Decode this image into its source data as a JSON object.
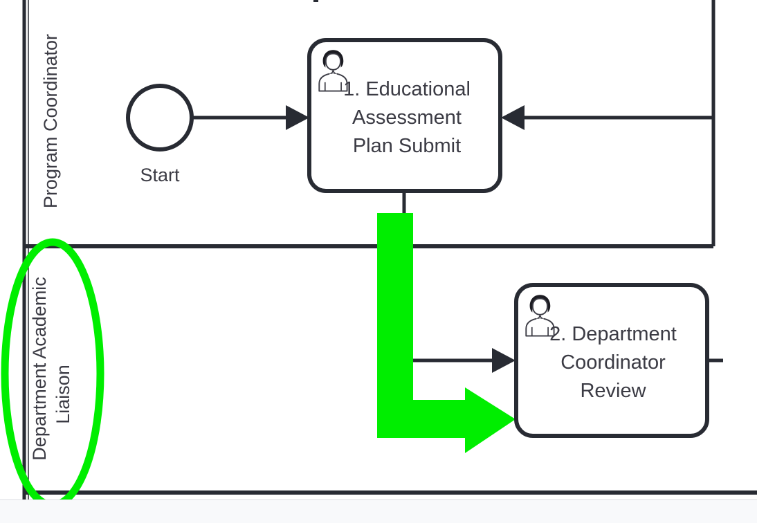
{
  "diagram": {
    "type": "bpmn-process-diagram",
    "notation": "BPMN",
    "pool": {
      "lanes": [
        {
          "id": "lane-program-coordinator",
          "label": "Program Coordinator",
          "label_lines": [
            "Program Coordinator"
          ],
          "orientation": "vertical-rotated",
          "highlighted": false
        },
        {
          "id": "lane-department-academic-liaison",
          "label": "Department Academic Liaison",
          "label_lines": [
            "Department Academic",
            "Liaison"
          ],
          "orientation": "vertical-rotated",
          "highlighted": true,
          "highlight_shape": "ellipse",
          "highlight_color": "#00ee00"
        }
      ]
    },
    "nodes": [
      {
        "id": "start-event",
        "type": "start-event",
        "shape": "circle",
        "label": "Start",
        "lane": "lane-program-coordinator"
      },
      {
        "id": "task-1",
        "type": "user-task",
        "shape": "rounded-rect",
        "icon": "user-icon",
        "label": "1. Educational Assessment Plan Submit",
        "label_lines": [
          "1. Educational",
          "Assessment",
          "Plan Submit"
        ],
        "lane": "lane-program-coordinator"
      },
      {
        "id": "task-2",
        "type": "user-task",
        "shape": "rounded-rect",
        "icon": "user-icon",
        "label": "2. Department Coordinator Review",
        "label_lines": [
          "2. Department",
          "Coordinator",
          "Review"
        ],
        "lane": "lane-department-academic-liaison"
      }
    ],
    "flows": [
      {
        "id": "flow-start-to-task1",
        "from": "start-event",
        "to": "task-1",
        "direction": "right"
      },
      {
        "id": "flow-task1-down",
        "from": "task-1",
        "to": "task-2",
        "direction": "down-then-right"
      },
      {
        "id": "flow-incoming-task1",
        "from": "offscreen-right",
        "to": "task-1",
        "direction": "left"
      },
      {
        "id": "flow-task2-out",
        "from": "task-2",
        "to": "offscreen-right",
        "direction": "right"
      }
    ],
    "annotations": [
      {
        "id": "green-flow-arrow",
        "type": "highlight-arrow",
        "shape": "elbow-arrow-down-right",
        "color": "#00ee00",
        "points_to": "task-2"
      },
      {
        "id": "green-lane-ellipse",
        "type": "highlight-ellipse",
        "color": "#00ee00",
        "encircles": "lane-department-academic-liaison"
      }
    ],
    "colors": {
      "stroke": "#282b33",
      "text": "#3b3b44",
      "highlight": "#00ee00",
      "background": "#ffffff",
      "footer": "#f8f9fb"
    }
  }
}
